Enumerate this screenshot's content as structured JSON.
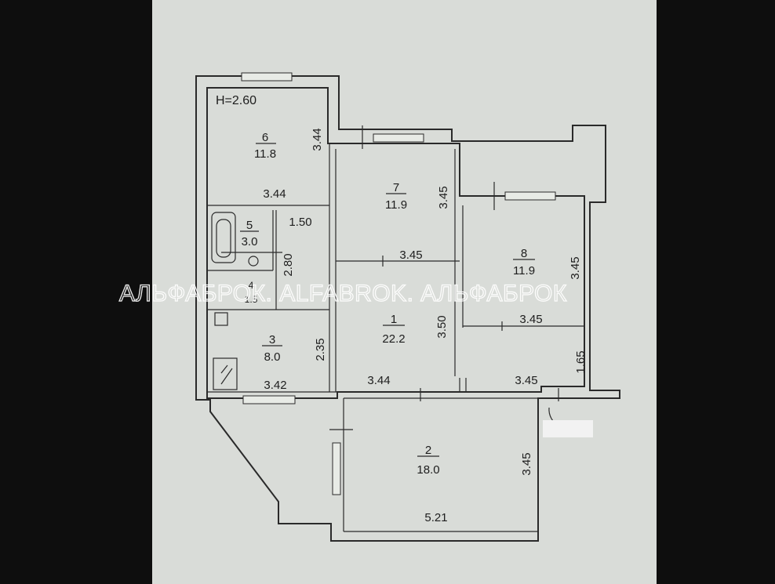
{
  "plan": {
    "ceiling_height": "H=2.60",
    "rooms": [
      {
        "number": "6",
        "area": "11.8"
      },
      {
        "number": "7",
        "area": "11.9"
      },
      {
        "number": "8",
        "area": "11.9"
      },
      {
        "number": "5",
        "area": "3.0"
      },
      {
        "number": "4",
        "area": "1.5"
      },
      {
        "number": "3",
        "area": "8.0"
      },
      {
        "number": "1",
        "area": "22.2"
      },
      {
        "number": "2",
        "area": "18.0"
      }
    ],
    "dimensions": {
      "r6_vertical": "3.44",
      "r6_bottom": "3.44",
      "r7_vertical": "3.45",
      "r7_bottom": "3.45",
      "r8_vertical": "3.45",
      "r8_bottom": "3.45",
      "corridor_width": "1.50",
      "corridor_height": "2.80",
      "r3_vertical": "2.35",
      "r3_bottom": "3.42",
      "r1_vertical": "3.50",
      "hall_left": "3.44",
      "hall_right": "3.45",
      "hall_vertical": "1.65",
      "r2_vertical": "3.45",
      "r2_bottom": "5.21"
    }
  },
  "watermark": "АЛЬФАБРОК. ALFABROK. АЛЬФАБРОК"
}
